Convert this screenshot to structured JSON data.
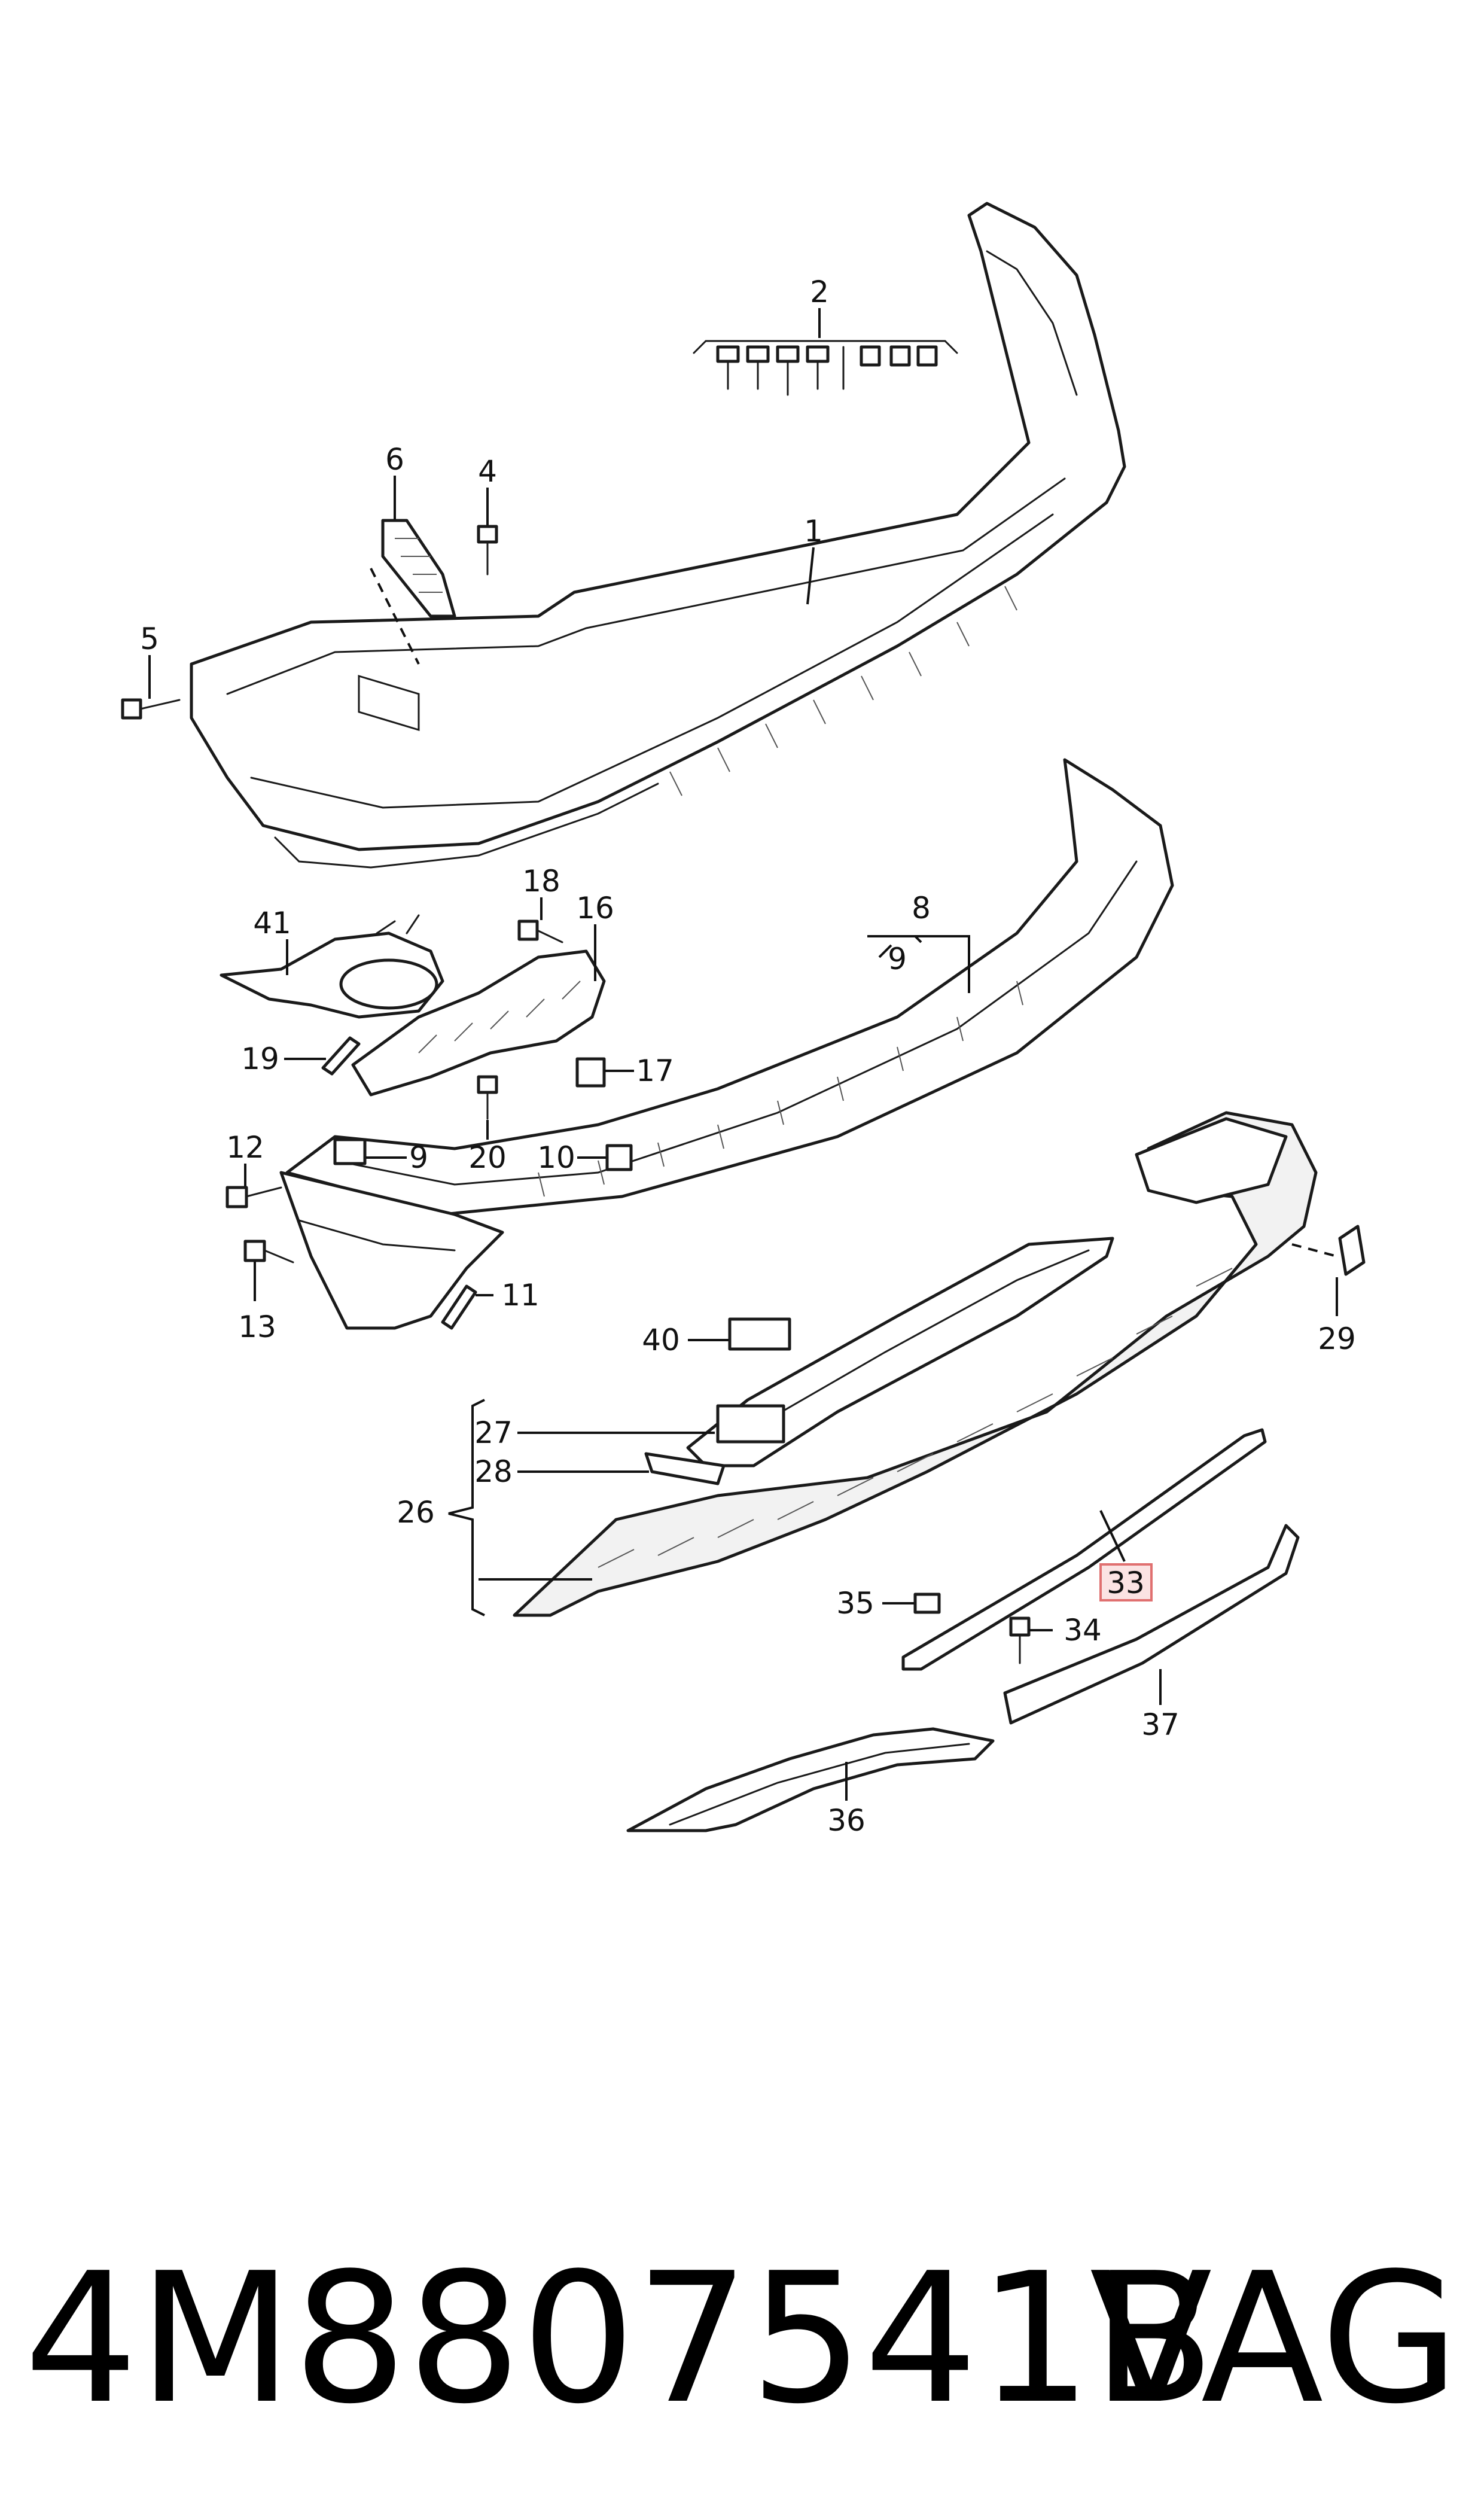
{
  "diagram": {
    "callouts": [
      {
        "id": "c1",
        "label": "1"
      },
      {
        "id": "c2",
        "label": "2"
      },
      {
        "id": "c4",
        "label": "4"
      },
      {
        "id": "c5",
        "label": "5"
      },
      {
        "id": "c6",
        "label": "6"
      },
      {
        "id": "c8",
        "label": "8"
      },
      {
        "id": "c9a",
        "label": "9"
      },
      {
        "id": "c9b",
        "label": "9"
      },
      {
        "id": "c10",
        "label": "10"
      },
      {
        "id": "c11",
        "label": "11"
      },
      {
        "id": "c12",
        "label": "12"
      },
      {
        "id": "c13",
        "label": "13"
      },
      {
        "id": "c16",
        "label": "16"
      },
      {
        "id": "c17",
        "label": "17"
      },
      {
        "id": "c18",
        "label": "18"
      },
      {
        "id": "c19",
        "label": "19"
      },
      {
        "id": "c20",
        "label": "20"
      },
      {
        "id": "c26",
        "label": "26"
      },
      {
        "id": "c27",
        "label": "27"
      },
      {
        "id": "c28",
        "label": "28"
      },
      {
        "id": "c29",
        "label": "29"
      },
      {
        "id": "c33",
        "label": "33",
        "highlighted": true
      },
      {
        "id": "c34",
        "label": "34"
      },
      {
        "id": "c35",
        "label": "35"
      },
      {
        "id": "c36",
        "label": "36"
      },
      {
        "id": "c37",
        "label": "37"
      },
      {
        "id": "c40",
        "label": "40"
      },
      {
        "id": "c41",
        "label": "41"
      }
    ],
    "highlight_color": "#e07070"
  },
  "footer": {
    "part_number": "4M8807541B",
    "brand": "VAG"
  }
}
